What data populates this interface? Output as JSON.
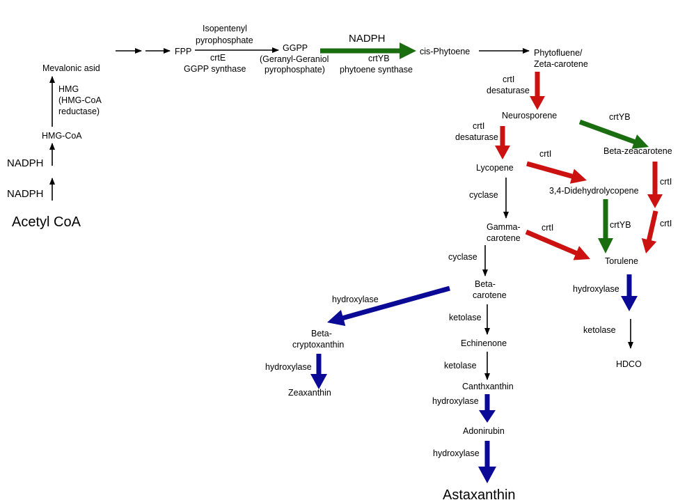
{
  "colors": {
    "thin": "#000000",
    "green": "#1b6e10",
    "red": "#cc1111",
    "blue": "#0a0a96"
  },
  "nodes": {
    "acetyl_coa": "Acetyl CoA",
    "nadph_1": "NADPH",
    "nadph_2": "NADPH",
    "hmg_coa": "HMG-CoA",
    "mevalonic": "Mevalonic asid",
    "fpp": "FPP",
    "ggpp": "GGPP",
    "ggpp_full_1": "(Geranyl-Geraniol",
    "ggpp_full_2": "pyrophosphate)",
    "nadph_top": "NADPH",
    "cis_phytoene": "cis-Phytoene",
    "phytofluene_1": "Phytofluene/",
    "phytofluene_2": "Zeta-carotene",
    "neurosporene": "Neurosporene",
    "beta_zeacarotene": "Beta-zeacarotene",
    "lycopene": "Lycopene",
    "didehydrolycopene": "3,4-Didehydrolycopene",
    "gamma_1": "Gamma-",
    "gamma_2": "carotene",
    "torulene": "Torulene",
    "beta_carotene_1": "Beta-",
    "beta_carotene_2": "carotene",
    "beta_crypto_1": "Beta-",
    "beta_crypto_2": "cryptoxanthin",
    "zeaxanthin": "Zeaxanthin",
    "echinenone": "Echinenone",
    "canthxanthin": "Canthxanthin",
    "adonirubin": "Adonirubin",
    "astaxanthin": "Astaxanthin",
    "hdco": "HDCO"
  },
  "enzymes": {
    "hmg_1": "HMG",
    "hmg_2": "(HMG-CoA",
    "hmg_3": "reductase)",
    "isopentenyl_1": "Isopentenyl",
    "isopentenyl_2": "pyrophosphate",
    "crte": "crtE",
    "ggpp_synthase": "GGPP synthase",
    "crtyb_top": "crtYB",
    "phytoene_synthase": "phytoene synthase",
    "crti_desat_a1": "crtI",
    "crti_desat_a2": "desaturase",
    "crti_desat_b1": "crtI",
    "crti_desat_b2": "desaturase",
    "crtyb_neuro": "crtYB",
    "crti_lyco": "crtI",
    "crti_zea": "crtI",
    "cyclase_1": "cyclase",
    "crti_gamma": "crtI",
    "crtyb_didehydro": "crtYB",
    "crti_right": "crtI",
    "cyclase_2": "cyclase",
    "hydroxylase_crypto": "hydroxylase",
    "hydroxylase_torulene": "hydroxylase",
    "ketolase_beta": "ketolase",
    "ketolase_torulene": "ketolase",
    "hydroxylase_zea": "hydroxylase",
    "ketolase_echi": "ketolase",
    "hydroxylase_canth": "hydroxylase",
    "hydroxylase_adon": "hydroxylase"
  }
}
